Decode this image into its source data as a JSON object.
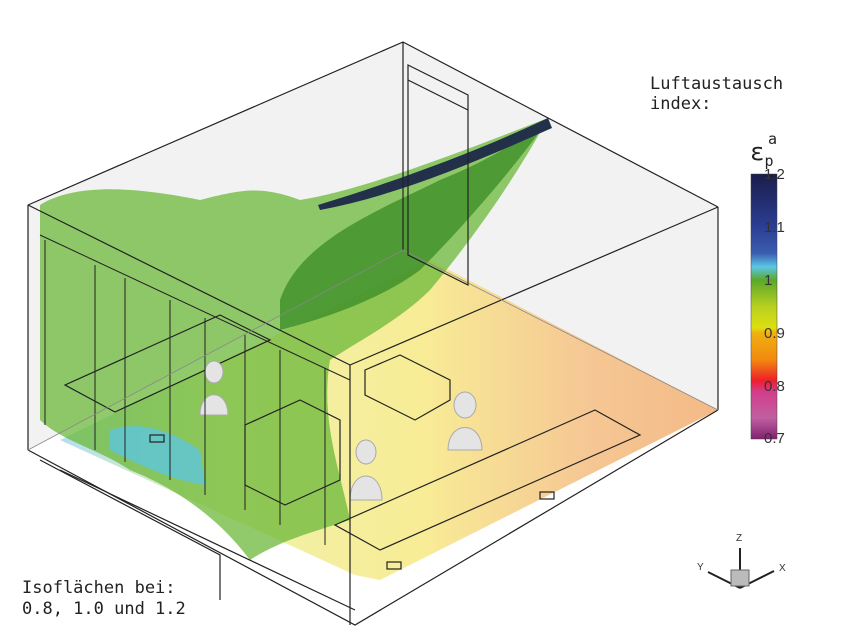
{
  "legend": {
    "title_line1": "Luftaustausch",
    "title_line2": "index:",
    "symbol": "ε",
    "symbol_sub": "p",
    "symbol_sup": "a",
    "ticks": [
      "1.2",
      "1.1",
      "1",
      "0.9",
      "0.8",
      "0.7"
    ],
    "range": [
      0.7,
      1.2
    ],
    "colors": [
      "#1b1d4a",
      "#2b3e94",
      "#5bc6e6",
      "#5aa82a",
      "#dddf10",
      "#f28a10",
      "#ee1e2a",
      "#c04a98",
      "#802070"
    ]
  },
  "caption": {
    "line1": "Isoflächen bei:",
    "line2": "0.8, 1.0 und 1.2"
  },
  "axes_triad": {
    "x": "X",
    "y": "Y",
    "z": "Z"
  }
}
